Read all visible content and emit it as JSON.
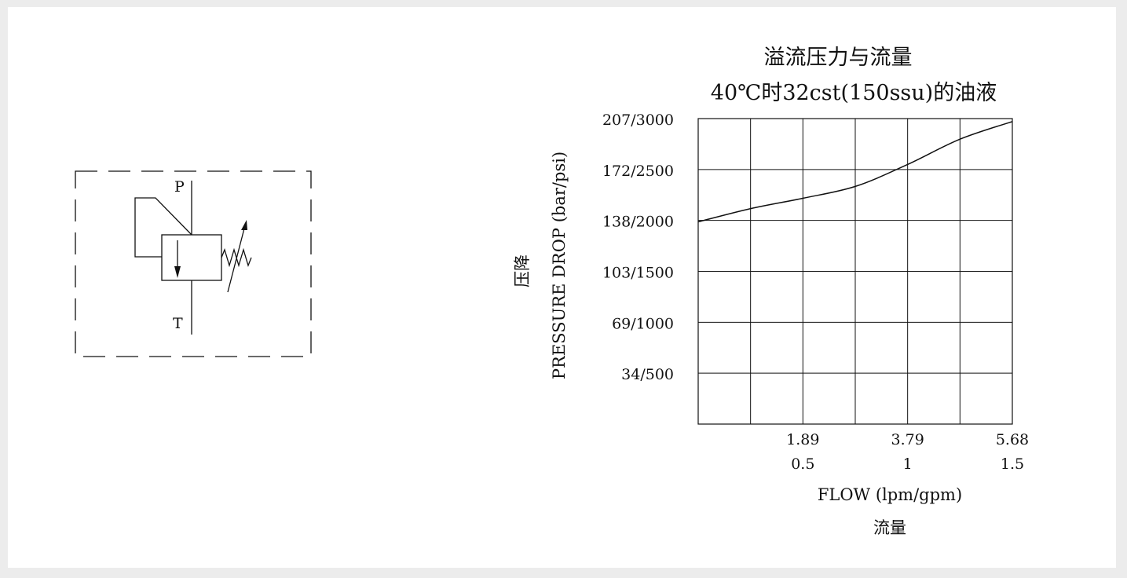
{
  "schematic": {
    "port_p": "P",
    "port_t": "T",
    "symbol": "relief-valve-adjustable-spring"
  },
  "chart_data": {
    "type": "line",
    "title": "溢流压力与流量",
    "subtitle": "40℃时32cst(150ssu)的油液",
    "ylabel_cn": "压降",
    "ylabel": "PRESSURE DROP (bar/psi)",
    "xlabel": "FLOW (lpm/gpm)",
    "xlabel_cn": "流量",
    "grid": true,
    "y_ticks": [
      "207/3000",
      "172/2500",
      "138/2000",
      "103/1500",
      "69/1000",
      "34/500"
    ],
    "x_ticks_lpm": [
      "1.89",
      "3.79",
      "5.68"
    ],
    "x_ticks_gpm": [
      "0.5",
      "1",
      "1.5"
    ],
    "xlim_lpm": [
      0,
      5.68
    ],
    "ylim_bar": [
      0,
      207
    ],
    "series": [
      {
        "x": [
          0,
          0.95,
          1.89,
          2.84,
          3.79,
          4.73,
          5.68
        ],
        "y": [
          137,
          146,
          153,
          161,
          176,
          193,
          205
        ]
      }
    ]
  }
}
